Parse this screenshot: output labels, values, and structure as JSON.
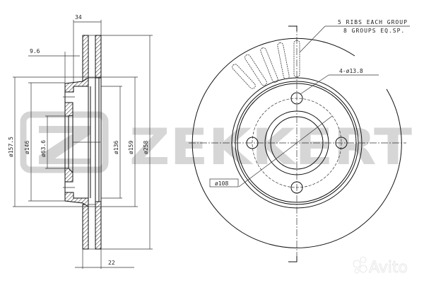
{
  "watermark": {
    "brand": "ZEKKERT",
    "brand_left_glyph": "Z",
    "brand_text": "ZEKKERT",
    "avito_label": "Avito",
    "color": "#d4d4d4"
  },
  "section_view": {
    "dimensions": {
      "overall_thickness": "34",
      "hat_offset": "9.6",
      "disc_thickness": "22",
      "diameters": {
        "d157_5": "ø157.5",
        "d146": "ø146",
        "d63_6": "ø63.6",
        "d136": "ø136",
        "d159": "ø159",
        "d258": "ø258"
      }
    }
  },
  "front_view": {
    "notes": {
      "ribs_line1": "5 RIBS EACH GROUP",
      "ribs_line2": "8 GROUPS EQ.SP.",
      "bolt_holes": "4-ø13.8",
      "bolt_circle": "ø108"
    }
  },
  "colors": {
    "line": "#111111",
    "background": "#ffffff",
    "watermark": "#d4d4d4"
  }
}
